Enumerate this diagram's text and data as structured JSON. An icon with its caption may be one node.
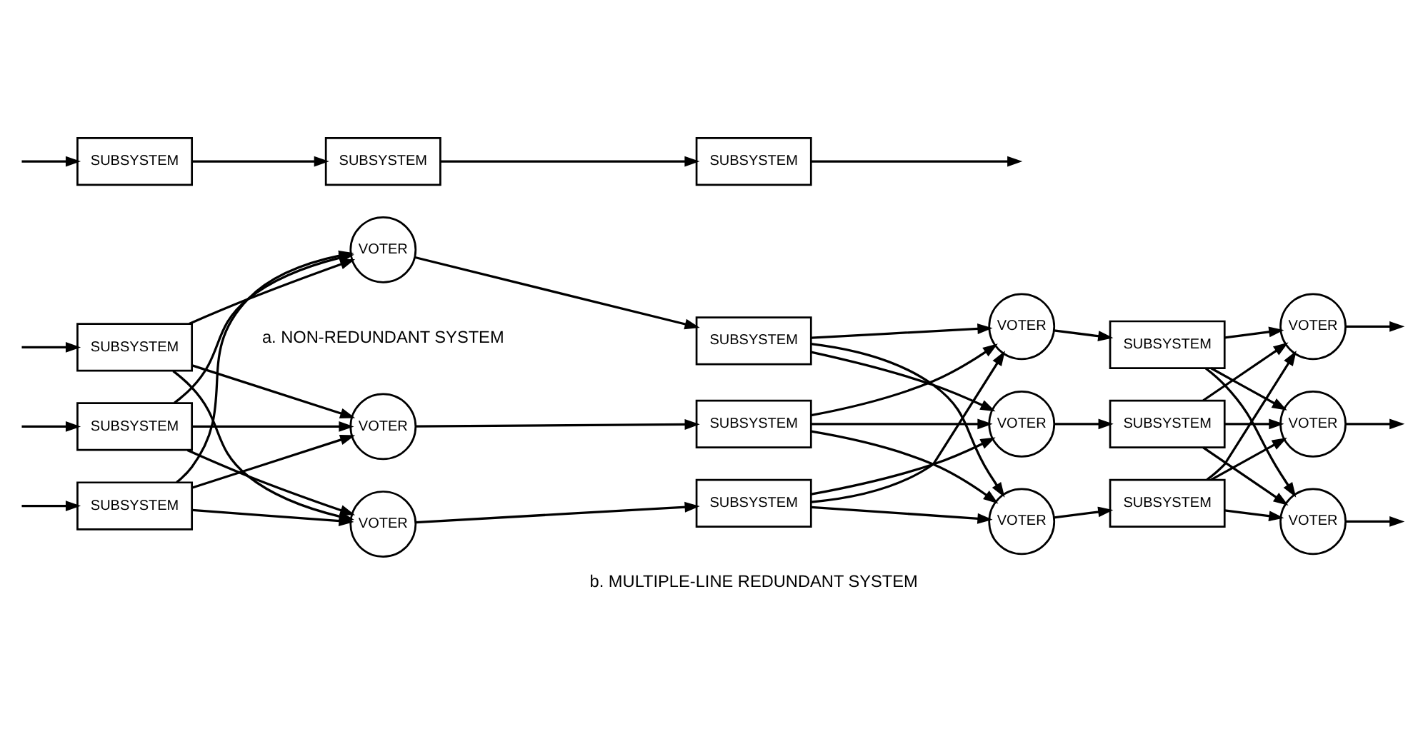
{
  "diagram": {
    "nodes": [
      {
        "text": [
          "SUBSYSTEM"
        ]
      },
      {
        "text": [
          "SUBSYSTEM"
        ]
      },
      {
        "text": [
          "SUBSYSTEM"
        ]
      },
      {
        "text": [
          "SUBSYSTEM"
        ]
      },
      {
        "text": [
          "VOTER"
        ]
      },
      {
        "text": [
          "SUBSYSTEM"
        ]
      },
      {
        "text": [
          "VOTER"
        ]
      },
      {
        "text": [
          "SUBSYSTEM"
        ]
      },
      {
        "text": [
          "VOTER"
        ]
      },
      {
        "text": [
          "SUBSYSTEM"
        ]
      },
      {
        "text": [
          "VOTER"
        ]
      },
      {
        "text": [
          "SUBSYSTEM"
        ]
      },
      {
        "text": [
          "VOTER"
        ]
      },
      {
        "text": [
          "SUBSYSTEM"
        ]
      },
      {
        "text": [
          "VOTER"
        ]
      },
      {
        "text": [
          "SUBSYSTEM"
        ]
      },
      {
        "text": [
          "VOTER"
        ]
      },
      {
        "text": [
          "SUBSYSTEM"
        ]
      },
      {
        "text": [
          "VOTER"
        ]
      },
      {
        "text": [
          "SUBSYSTEM"
        ]
      },
      {
        "text": [
          "VOTER"
        ]
      }
    ],
    "edges": [
      {
        "from": null,
        "to": 0,
        "arrow": "to"
      },
      {
        "from": 0,
        "to": 1,
        "arrow": "to"
      },
      {
        "from": 1,
        "to": 2,
        "arrow": "to"
      },
      {
        "from": 2,
        "to": null,
        "arrow": "to"
      },
      {
        "from": null,
        "to": 3,
        "arrow": "to"
      },
      {
        "from": null,
        "to": 9,
        "arrow": "to"
      },
      {
        "from": null,
        "to": 15,
        "arrow": "to"
      },
      {
        "from": 3,
        "to": 4,
        "arrow": "to"
      },
      {
        "from": 3,
        "to": 10,
        "arrow": "to"
      },
      {
        "from": 3,
        "to": 16,
        "arrow": "to"
      },
      {
        "from": 9,
        "to": 4,
        "arrow": "to"
      },
      {
        "from": 9,
        "to": 10,
        "arrow": "to"
      },
      {
        "from": 9,
        "to": 16,
        "arrow": "to"
      },
      {
        "from": 15,
        "to": 4,
        "arrow": "to"
      },
      {
        "from": 15,
        "to": 10,
        "arrow": "to"
      },
      {
        "from": 15,
        "to": 16,
        "arrow": "to"
      },
      {
        "from": 4,
        "to": 5,
        "arrow": "to"
      },
      {
        "from": 10,
        "to": 11,
        "arrow": "to"
      },
      {
        "from": 16,
        "to": 17,
        "arrow": "to"
      },
      {
        "from": 5,
        "to": 6,
        "arrow": "to"
      },
      {
        "from": 5,
        "to": 12,
        "arrow": "to"
      },
      {
        "from": 5,
        "to": 18,
        "arrow": "to"
      },
      {
        "from": 11,
        "to": 6,
        "arrow": "to"
      },
      {
        "from": 11,
        "to": 12,
        "arrow": "to"
      },
      {
        "from": 11,
        "to": 18,
        "arrow": "to"
      },
      {
        "from": 17,
        "to": 6,
        "arrow": "to"
      },
      {
        "from": 17,
        "to": 12,
        "arrow": "to"
      },
      {
        "from": 17,
        "to": 18,
        "arrow": "to"
      },
      {
        "from": 6,
        "to": 7,
        "arrow": "to"
      },
      {
        "from": 12,
        "to": 13,
        "arrow": "to"
      },
      {
        "from": 18,
        "to": 19,
        "arrow": "to"
      },
      {
        "from": 7,
        "to": 8,
        "arrow": "to"
      },
      {
        "from": 7,
        "to": 14,
        "arrow": "to"
      },
      {
        "from": 7,
        "to": 20,
        "arrow": "to"
      },
      {
        "from": 13,
        "to": 8,
        "arrow": "to"
      },
      {
        "from": 13,
        "to": 14,
        "arrow": "to"
      },
      {
        "from": 13,
        "to": 20,
        "arrow": "to"
      },
      {
        "from": 19,
        "to": 8,
        "arrow": "to"
      },
      {
        "from": 19,
        "to": 14,
        "arrow": "to"
      },
      {
        "from": 19,
        "to": 20,
        "arrow": "to"
      },
      {
        "from": 8,
        "to": null,
        "arrow": "to"
      },
      {
        "from": 14,
        "to": null,
        "arrow": "to"
      },
      {
        "from": 20,
        "to": null,
        "arrow": "to"
      }
    ],
    "labels": [
      "a. NON-REDUNDANT SYSTEM",
      "b. MULTIPLE-LINE REDUNDANT SYSTEM"
    ]
  }
}
